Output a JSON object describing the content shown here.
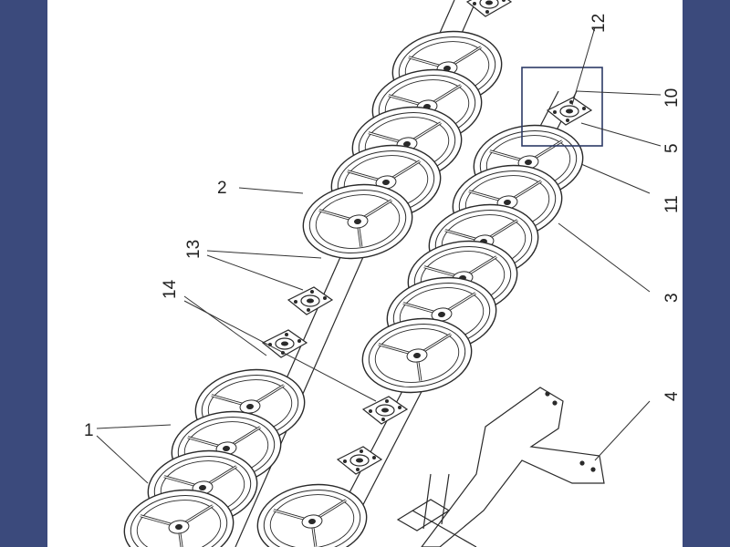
{
  "colors": {
    "background_frame": "#3b4a7c",
    "sheet": "#ffffff",
    "line": "#2a2a2a",
    "highlight_box": "#2c3a66"
  },
  "callouts": {
    "c1": "1",
    "c2": "2",
    "c3": "3",
    "c4": "4",
    "c5": "5",
    "c10": "10",
    "c11": "11",
    "c12": "12",
    "c13": "13",
    "c14": "14"
  }
}
